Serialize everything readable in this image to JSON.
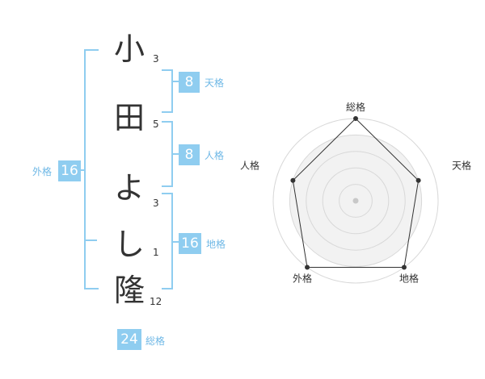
{
  "name_chars": [
    {
      "char": "小",
      "strokes": "3"
    },
    {
      "char": "田",
      "strokes": "5"
    },
    {
      "char": "よ",
      "strokes": "3"
    },
    {
      "char": "し",
      "strokes": "1"
    },
    {
      "char": "隆",
      "strokes": "12"
    }
  ],
  "fortunes": {
    "tenkaku": {
      "value": "8",
      "label": "天格"
    },
    "jinkaku": {
      "value": "8",
      "label": "人格"
    },
    "chikaku": {
      "value": "16",
      "label": "地格"
    },
    "gaikaku": {
      "value": "16",
      "label": "外格"
    },
    "soukaku": {
      "value": "24",
      "label": "総格"
    }
  },
  "colors": {
    "accent": "#8fcdf0",
    "label_text": "#6fb8e6",
    "radar_fill": "#f2f2f2",
    "radar_line": "#333333"
  },
  "chart_data": {
    "type": "radar",
    "axes": [
      "総格",
      "天格",
      "地格",
      "外格",
      "人格"
    ],
    "scale": [
      0,
      5
    ],
    "values": [
      5,
      4,
      5,
      5,
      4
    ]
  }
}
